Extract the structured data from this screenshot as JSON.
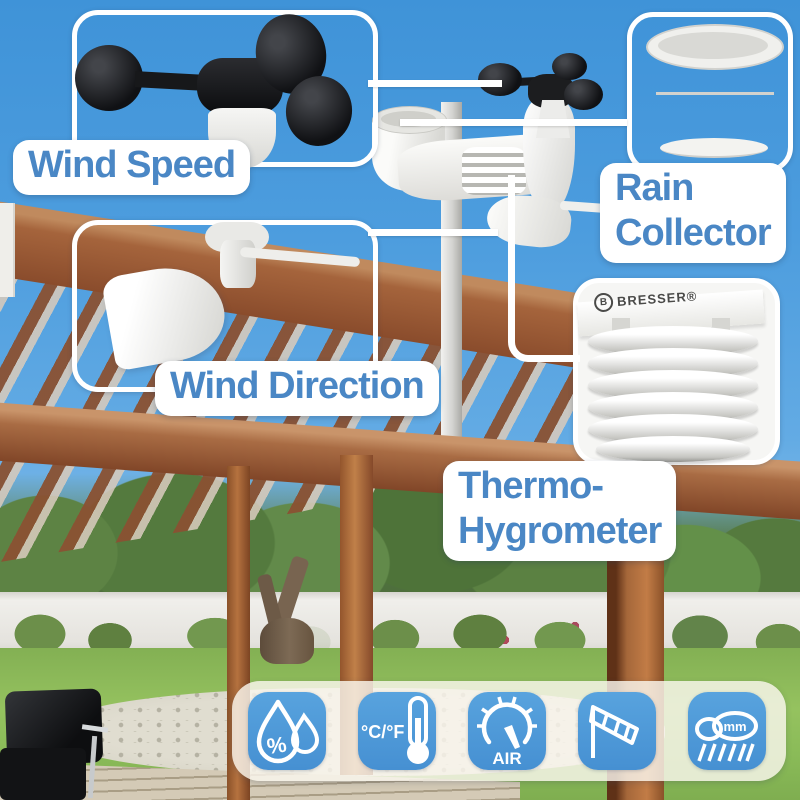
{
  "callouts": {
    "wind_speed": {
      "label": "Wind Speed"
    },
    "rain_collector": {
      "line1": "Rain",
      "line2": "Collector"
    },
    "wind_direction": {
      "label": "Wind Direction"
    },
    "thermo_hygrometer": {
      "line1": "Thermo-",
      "line2": "Hygrometer"
    }
  },
  "brand": {
    "mark": "B",
    "name": "BRESSER®"
  },
  "feature_icons": [
    {
      "name": "humidity",
      "glyph_text": "%"
    },
    {
      "name": "temperature-unit",
      "glyph_text": "°C/°F"
    },
    {
      "name": "air-pressure",
      "glyph_text": "AIR"
    },
    {
      "name": "wind-sock",
      "glyph_text": ""
    },
    {
      "name": "rainfall-mm",
      "glyph_text": "mm"
    }
  ],
  "colors": {
    "label_blue": "#4a87c5",
    "icon_tile_blue": "#4f9ad7",
    "sky_blue": "#4d9dde",
    "callout_border": "#ffffff"
  }
}
